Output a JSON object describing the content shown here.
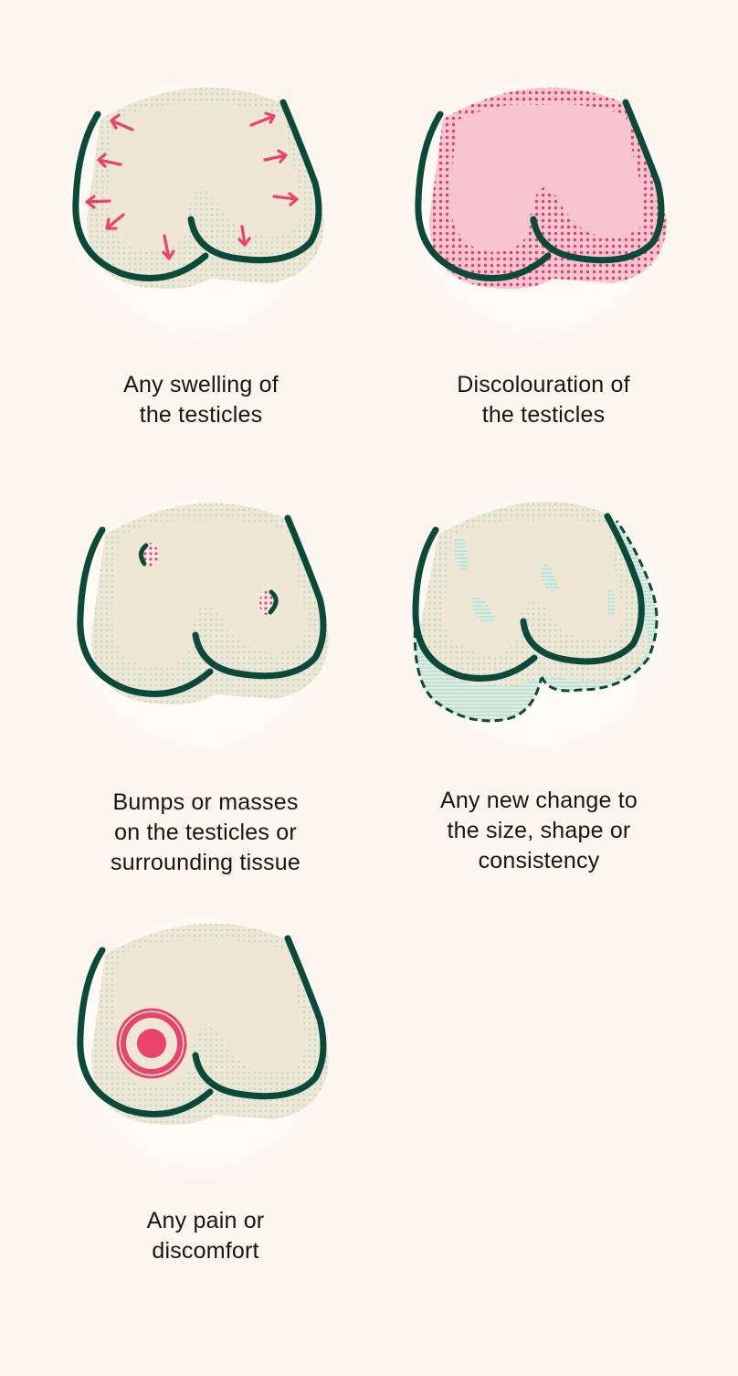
{
  "colors": {
    "background": "#fbf5ee",
    "halo": "#fefbf6",
    "skin": "#f0e6d4",
    "outline": "#0b4a3a",
    "dots_green": "#b9ddd0",
    "accent_pink": "#e8436c",
    "pink_fill": "#f7c4d0"
  },
  "items": [
    {
      "id": "swelling",
      "icon": "swelling-arrows-icon",
      "caption_lines": [
        "Any swelling of",
        "the testicles"
      ]
    },
    {
      "id": "discolouration",
      "icon": "discolouration-icon",
      "caption_lines": [
        "Discolouration of",
        "the testicles"
      ]
    },
    {
      "id": "bumps",
      "icon": "bumps-icon",
      "caption_lines": [
        "Bumps or masses",
        "on the testicles or",
        "surrounding tissue"
      ]
    },
    {
      "id": "change",
      "icon": "size-change-icon",
      "caption_lines": [
        "Any new change to",
        "the size, shape or",
        "consistency"
      ]
    },
    {
      "id": "pain",
      "icon": "pain-target-icon",
      "caption_lines": [
        "Any pain or",
        "discomfort"
      ]
    }
  ]
}
